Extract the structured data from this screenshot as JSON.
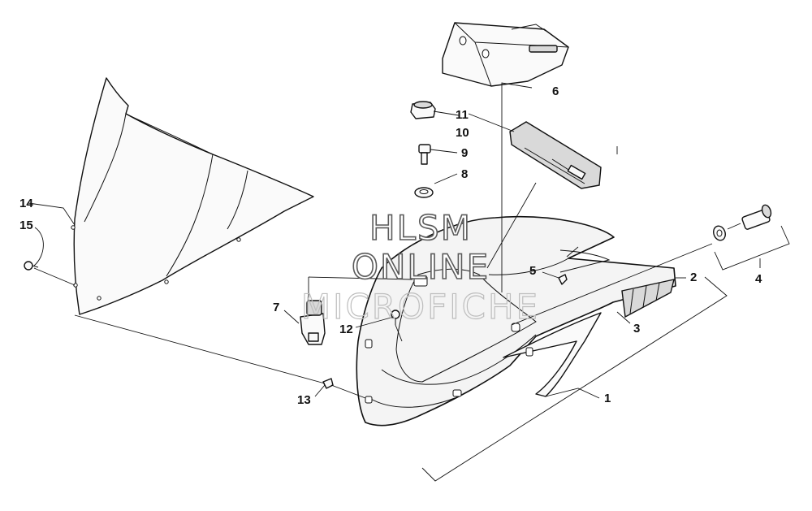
{
  "diagram": {
    "watermark": {
      "line1": "HLSM",
      "line2": "ONLINE",
      "line3": "MICROFICHE"
    },
    "callouts": [
      {
        "id": "1",
        "label": "1"
      },
      {
        "id": "2",
        "label": "2"
      },
      {
        "id": "3",
        "label": "3"
      },
      {
        "id": "4",
        "label": "4"
      },
      {
        "id": "5",
        "label": "5"
      },
      {
        "id": "6",
        "label": "6"
      },
      {
        "id": "7",
        "label": "7"
      },
      {
        "id": "8",
        "label": "8"
      },
      {
        "id": "9",
        "label": "9"
      },
      {
        "id": "10",
        "label": "10"
      },
      {
        "id": "11",
        "label": "11"
      },
      {
        "id": "12",
        "label": "12"
      },
      {
        "id": "13",
        "label": "13"
      },
      {
        "id": "14",
        "label": "14"
      },
      {
        "id": "15",
        "label": "15"
      }
    ]
  }
}
